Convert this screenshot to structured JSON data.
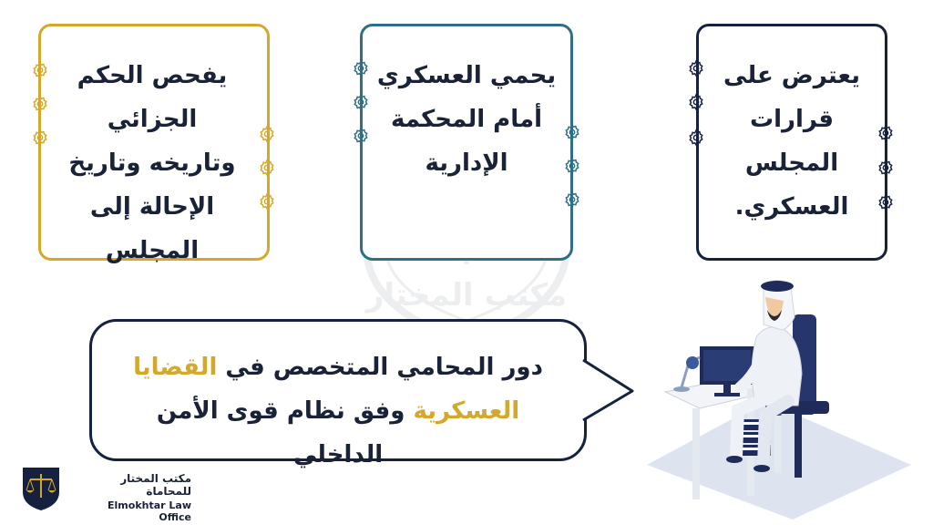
{
  "cards": [
    {
      "text": "يفحص الحكم الجزائي وتاريخه وتاريخ الإحالة إلى المجلس",
      "color": "#d4a82a"
    },
    {
      "text": "يحمي العسكري أمام المحكمة الإدارية",
      "color": "#2e6f85"
    },
    {
      "text": "يعترض على قرارات المجلس العسكري.",
      "color": "#15213f"
    }
  ],
  "bubble": {
    "part1": "دور المحامي المتخصص في ",
    "highlight1": "القضايا",
    "highlight2": "العسكرية",
    "part2": " وفق نظام قوى الأمن الداخلي"
  },
  "logo": {
    "arabic_name": "مكتب المختار للمحاماة",
    "english_name": "Elmokhtar Law Office"
  },
  "watermark": {
    "text": "مكتب المختار"
  },
  "icons": {
    "gear": "gear-icon",
    "logo": "scales-of-justice-icon",
    "illustration": "lawyer-at-desk-illustration"
  },
  "colors": {
    "gold": "#d4a82a",
    "teal": "#2e6f85",
    "navy": "#15213f"
  }
}
